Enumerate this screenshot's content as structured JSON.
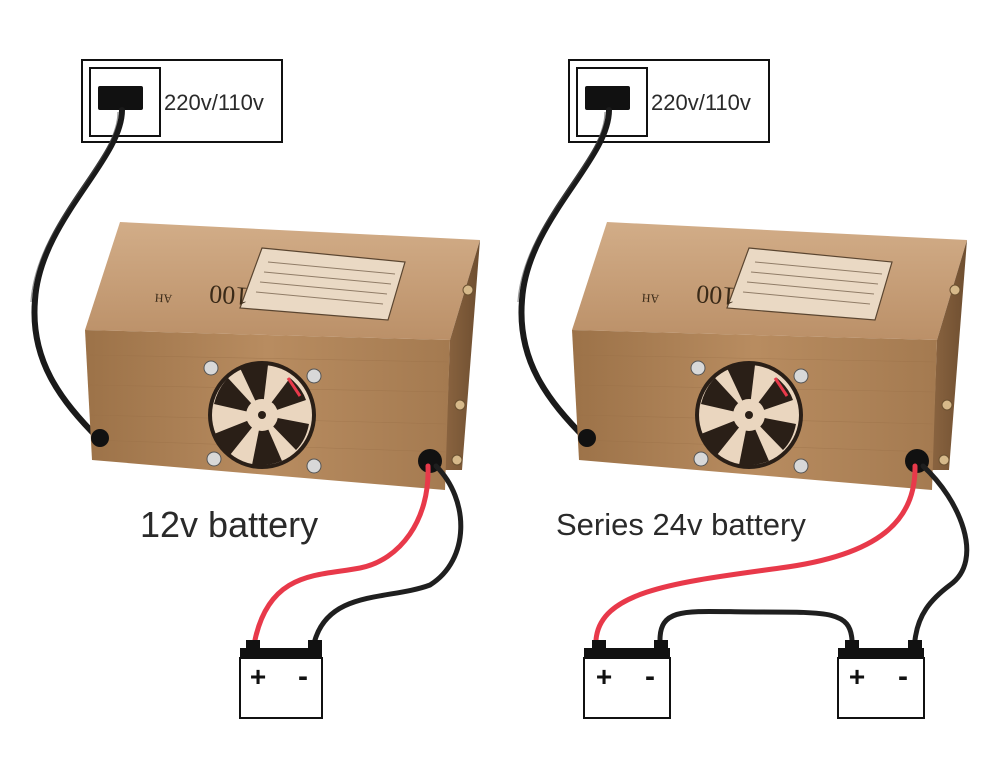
{
  "diagrams": [
    {
      "outlet_label": "220v/110v",
      "charger_badge": "100",
      "charger_badge_unit": "AH",
      "caption": "12v battery",
      "battery_count": 1
    },
    {
      "outlet_label": "220v/110v",
      "charger_badge": "100",
      "charger_badge_unit": "AH",
      "caption": "Series 24v battery",
      "battery_count": 2
    }
  ],
  "terminals": {
    "plus": "+",
    "minus": "-"
  },
  "colors": {
    "charger_body": "#b58a5e",
    "charger_top": "#c9a07a",
    "charger_shadow": "#8d6640",
    "positive_wire": "#e8394a",
    "negative_wire": "#1f1f1f",
    "power_cord": "#1a1a1a"
  }
}
